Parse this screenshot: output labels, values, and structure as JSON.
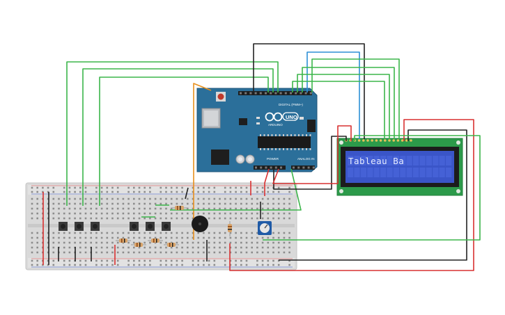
{
  "board": {
    "brand": "ARDUINO",
    "logo": "UNO",
    "digital_label": "DIGITAL (PWM~)",
    "analog_label": "ANALOG IN",
    "power_label": "POWER"
  },
  "lcd": {
    "text": "Tableau  Ba"
  },
  "colors": {
    "breadboard": "#d9d9d9",
    "arduino": "#2b6f9a",
    "lcd_pcb": "#2c9a4a",
    "lcd_screen": "#3a55c8",
    "wire_green": "#3bb54a",
    "wire_red": "#d93030",
    "wire_black": "#222222",
    "wire_blue": "#2d8fd6",
    "wire_orange": "#e8901d"
  }
}
